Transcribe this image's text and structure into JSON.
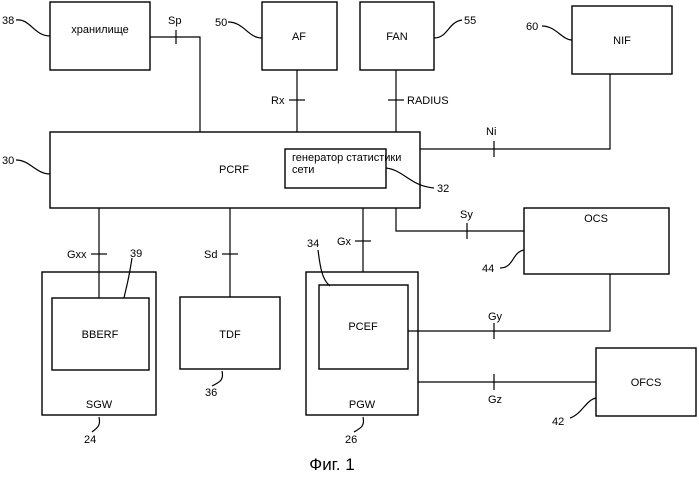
{
  "caption": "Фиг. 1",
  "blocks": {
    "storage": "хранилище",
    "af": "AF",
    "fan": "FAN",
    "nif": "NIF",
    "pcrf": "PCRF",
    "stats_generator_line1": "генератор статистики",
    "stats_generator_line2": "сети",
    "ocs": "OCS",
    "bberf": "BBERF",
    "sgw": "SGW",
    "tdf": "TDF",
    "pcef": "PCEF",
    "pgw": "PGW",
    "ofcs": "OFCS"
  },
  "interfaces": {
    "sp": "Sp",
    "rx": "Rx",
    "radius": "RADIUS",
    "ni": "Ni",
    "sy": "Sy",
    "gxx": "Gxx",
    "sd": "Sd",
    "gx": "Gx",
    "gy": "Gy",
    "gz": "Gz"
  },
  "refs": {
    "r38": "38",
    "r50": "50",
    "r55": "55",
    "r60": "60",
    "r30": "30",
    "r32": "32",
    "r44": "44",
    "r34": "34",
    "r39": "39",
    "r36": "36",
    "r24": "24",
    "r26": "26",
    "r42": "42"
  }
}
